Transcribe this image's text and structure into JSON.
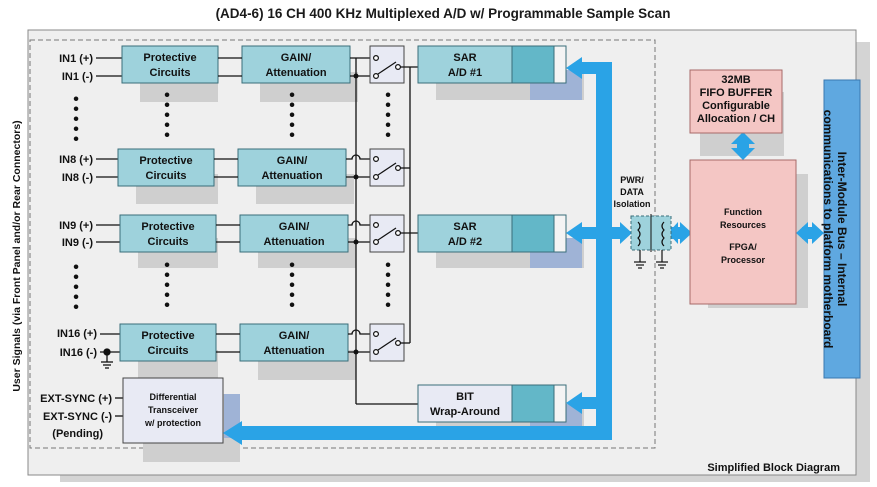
{
  "title": "(AD4-6) 16 CH 400 KHz Multiplexed A/D w/ Programmable Sample Scan",
  "side_label": "User Signals (via Front Panel and/or Rear Connectors)",
  "footer_label": "Simplified Block Diagram",
  "bus_label_line1": "Inter-Module Bus – Internal",
  "bus_label_line2": "communications to platform motherboard",
  "inputs": {
    "in1p": "IN1 (+)",
    "in1n": "IN1 (-)",
    "in8p": "IN8 (+)",
    "in8n": "IN8 (-)",
    "in9p": "IN9 (+)",
    "in9n": "IN9 (-)",
    "in16p": "IN16 (+)",
    "in16n": "IN16 (-)",
    "extp": "EXT-SYNC (+)",
    "extn": "EXT-SYNC (-)",
    "pending": "(Pending)"
  },
  "blocks": {
    "protective_l1": "Protective",
    "protective_l2": "Circuits",
    "gain_l1": "GAIN/",
    "gain_l2": "Attenuation",
    "sar1_l1": "SAR",
    "sar1_l2": "A/D #1",
    "sar2_l1": "SAR",
    "sar2_l2": "A/D #2",
    "bit_l1": "BIT",
    "bit_l2": "Wrap-Around",
    "diff_l1": "Differential",
    "diff_l2": "Transceiver",
    "diff_l3": "w/ protection",
    "iso_l1": "PWR/",
    "iso_l2": "DATA",
    "iso_l3": "Isolation",
    "fifo_l1": "32MB",
    "fifo_l2": "FIFO BUFFER",
    "fifo_l3": "Configurable",
    "fifo_l4": "Allocation / CH",
    "fpga_l1": "Function",
    "fpga_l2": "Resources",
    "fpga_l3": "FPGA/",
    "fpga_l4": "Processor"
  },
  "colors": {
    "block_fill": "#9ed2dc",
    "block_stroke": "#3a6e7a",
    "pink_fill": "#f4c6c4",
    "pink_stroke": "#a76a68",
    "arrow_blue": "#2aa3e6",
    "bus_blue": "#5fa8e0",
    "shadow": "#cfcfcf",
    "panel": "#ececec"
  }
}
